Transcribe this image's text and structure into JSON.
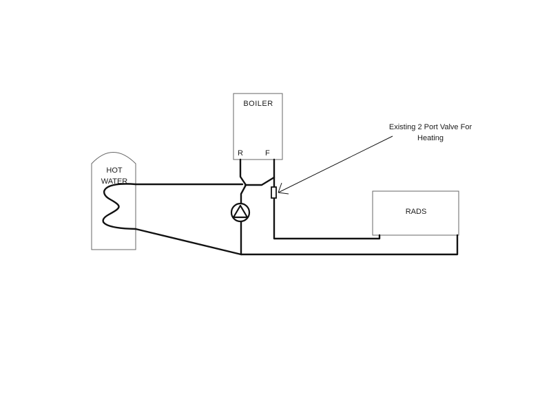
{
  "boiler": {
    "label": "BOILER",
    "return_label": "R",
    "flow_label": "F"
  },
  "cylinder": {
    "line1": "HOT",
    "line2": "WATER"
  },
  "radiators": {
    "label": "RADS"
  },
  "valve_note": {
    "line1": "Existing 2 Port Valve For",
    "line2": "Heating"
  },
  "colors": {
    "ink": "#111111",
    "box": "#555555",
    "background": "#ffffff"
  }
}
